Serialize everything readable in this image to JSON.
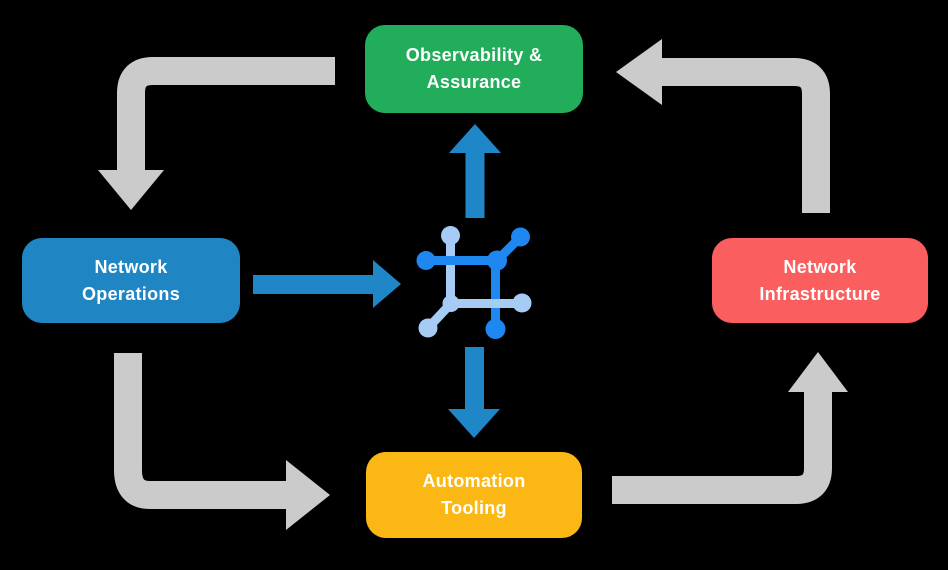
{
  "diagram": {
    "background": "#000000",
    "colors": {
      "arrow_gray": "#CBCBCB",
      "arrow_blue": "#1F86C8",
      "icon_dark_blue": "#1E87F0",
      "icon_light_blue": "#A6CBF5"
    },
    "boxes": [
      {
        "id": "observability-assurance",
        "label": "Observability &\nAssurance",
        "color": "#22AD5B",
        "text_color": "#FFFFFF"
      },
      {
        "id": "network-operations",
        "label": "Network\nOperations",
        "color": "#2086C3",
        "text_color": "#FFFFFF"
      },
      {
        "id": "network-infrastructure",
        "label": "Network\nInfrastructure",
        "color": "#FA5E5E",
        "text_color": "#FFFFFF"
      },
      {
        "id": "automation-tooling",
        "label": "Automation\nTooling",
        "color": "#FBB814",
        "text_color": "#FFFFFF"
      }
    ],
    "center_icon": "network-fabric-icon"
  }
}
